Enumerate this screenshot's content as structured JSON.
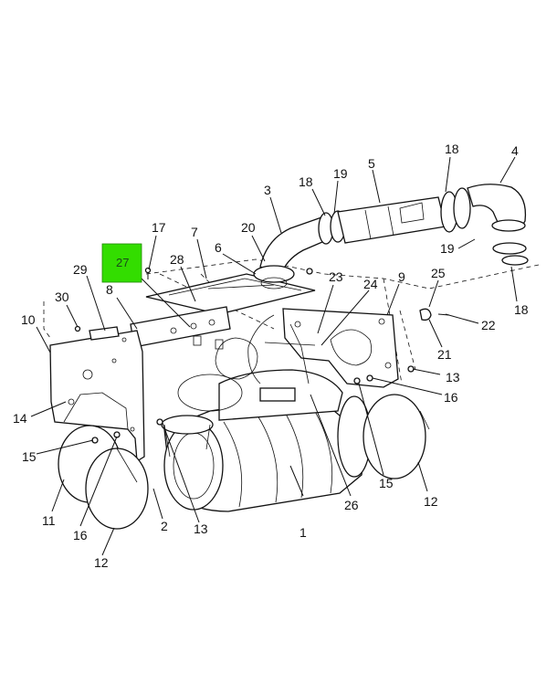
{
  "diagram": {
    "highlight": {
      "label": "27",
      "color": "#33dd00"
    },
    "callouts": [
      {
        "id": "c1",
        "text": "1"
      },
      {
        "id": "c2",
        "text": "2"
      },
      {
        "id": "c3",
        "text": "3"
      },
      {
        "id": "c4",
        "text": "4"
      },
      {
        "id": "c5",
        "text": "5"
      },
      {
        "id": "c6",
        "text": "6"
      },
      {
        "id": "c7",
        "text": "7"
      },
      {
        "id": "c8",
        "text": "8"
      },
      {
        "id": "c9",
        "text": "9"
      },
      {
        "id": "c10",
        "text": "10"
      },
      {
        "id": "c11",
        "text": "11"
      },
      {
        "id": "c12a",
        "text": "12"
      },
      {
        "id": "c12b",
        "text": "12"
      },
      {
        "id": "c13a",
        "text": "13"
      },
      {
        "id": "c13b",
        "text": "13"
      },
      {
        "id": "c14",
        "text": "14"
      },
      {
        "id": "c15a",
        "text": "15"
      },
      {
        "id": "c15b",
        "text": "15"
      },
      {
        "id": "c16a",
        "text": "16"
      },
      {
        "id": "c16b",
        "text": "16"
      },
      {
        "id": "c17",
        "text": "17"
      },
      {
        "id": "c18a",
        "text": "18"
      },
      {
        "id": "c18b",
        "text": "18"
      },
      {
        "id": "c18c",
        "text": "18"
      },
      {
        "id": "c19a",
        "text": "19"
      },
      {
        "id": "c19b",
        "text": "19"
      },
      {
        "id": "c20",
        "text": "20"
      },
      {
        "id": "c21",
        "text": "21"
      },
      {
        "id": "c22",
        "text": "22"
      },
      {
        "id": "c23",
        "text": "23"
      },
      {
        "id": "c24",
        "text": "24"
      },
      {
        "id": "c25",
        "text": "25"
      },
      {
        "id": "c26",
        "text": "26"
      },
      {
        "id": "c28",
        "text": "28"
      },
      {
        "id": "c29",
        "text": "29"
      },
      {
        "id": "c30",
        "text": "30"
      }
    ]
  }
}
